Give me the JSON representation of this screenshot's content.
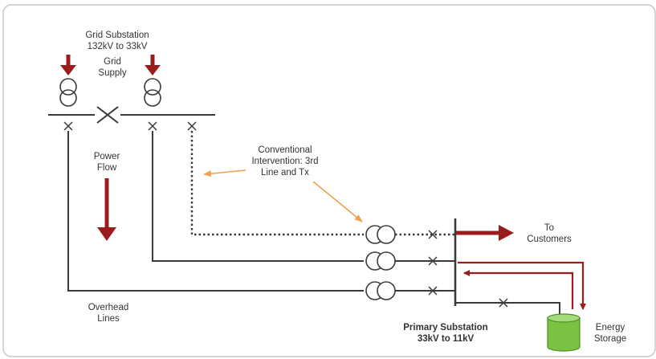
{
  "labels": {
    "grid_substation_line1": "Grid Substation",
    "grid_substation_line2": "132kV to 33kV",
    "grid_supply_line1": "Grid",
    "grid_supply_line2": "Supply",
    "power_flow_line1": "Power",
    "power_flow_line2": "Flow",
    "conventional_line1": "Conventional",
    "conventional_line2": "Intervention: 3rd",
    "conventional_line3": "Line and Tx",
    "to_customers_line1": "To",
    "to_customers_line2": "Customers",
    "overhead_line1": "Overhead",
    "overhead_line2": "Lines",
    "primary_substation_line1": "Primary Substation",
    "primary_substation_line2": "33kV to 11kV",
    "energy_storage_line1": "Energy",
    "energy_storage_line2": "Storage"
  },
  "colors": {
    "line": "#3a3a3a",
    "arrow_red": "#9b1c1c",
    "arrow_orange": "#f0a04b",
    "storage_green": "#7cc242",
    "storage_green_dark": "#4e8f23",
    "frame_border": "#c8c8c8"
  }
}
